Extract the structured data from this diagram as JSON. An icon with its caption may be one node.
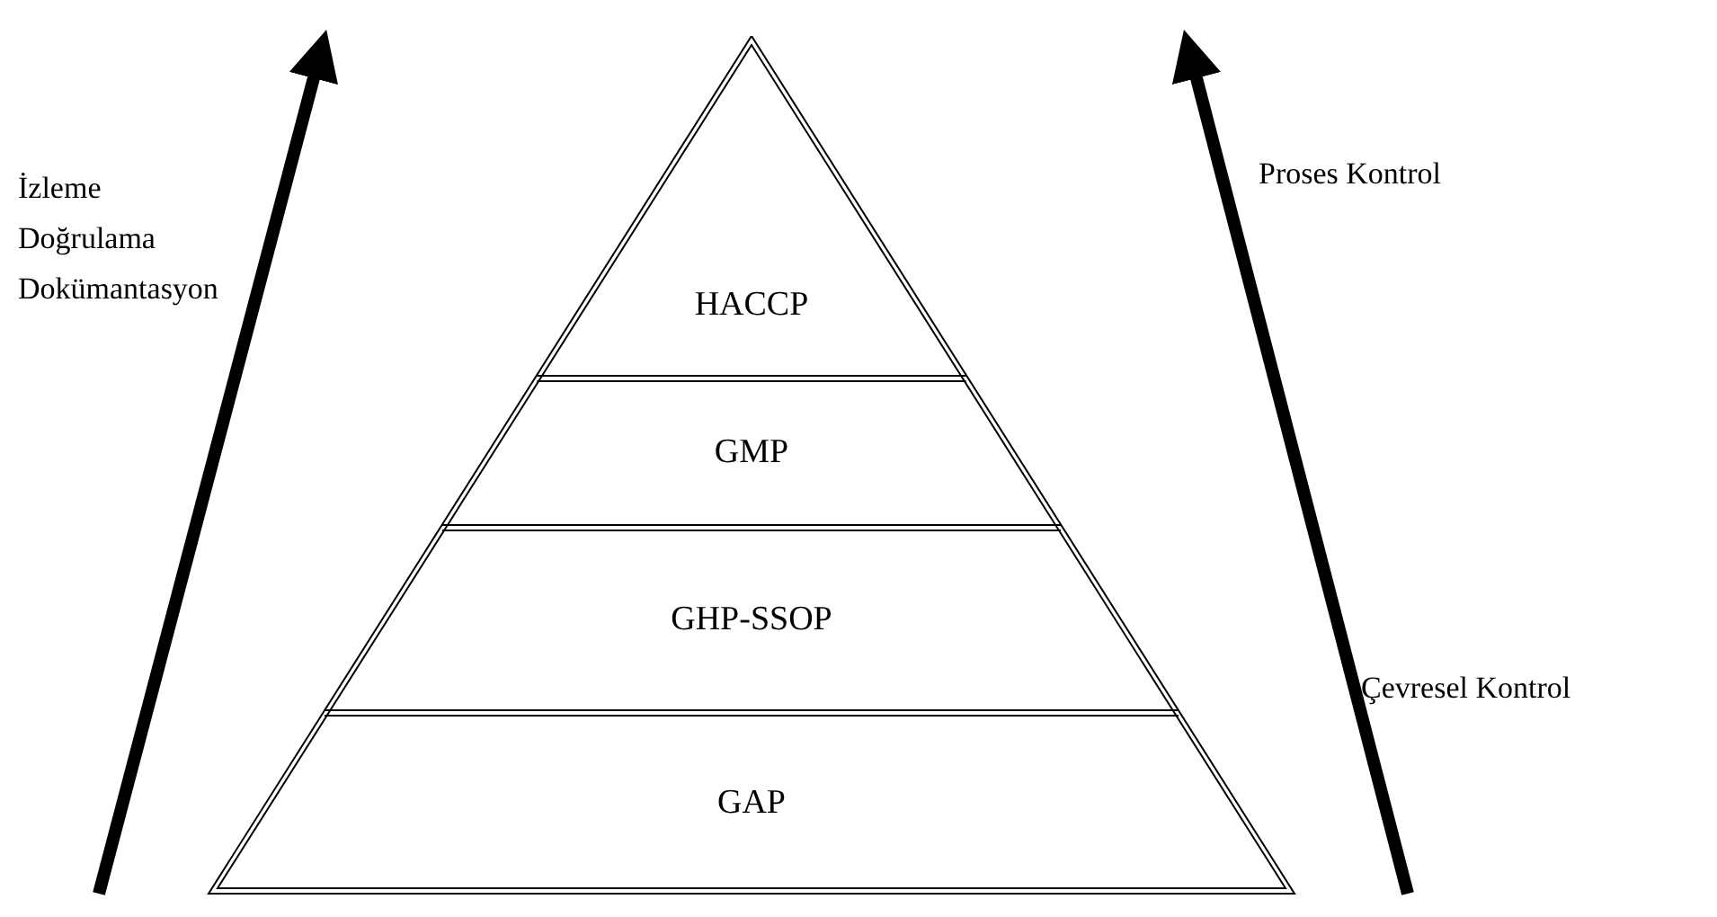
{
  "diagram": {
    "nodes": [
      {
        "text": [],
        "shape": "triangle"
      },
      {
        "text": [
          "HACCP"
        ],
        "in": 0
      },
      {
        "text": [
          "GMP"
        ],
        "in": 0
      },
      {
        "text": [
          "GHP-SSOP"
        ],
        "in": 0
      },
      {
        "text": [
          "GAP"
        ],
        "in": 0
      }
    ],
    "labels": [
      "İzleme",
      "Doğrulama",
      "Dokümantasyon",
      "Proses Kontrol",
      "Çevresel Kontrol"
    ]
  }
}
